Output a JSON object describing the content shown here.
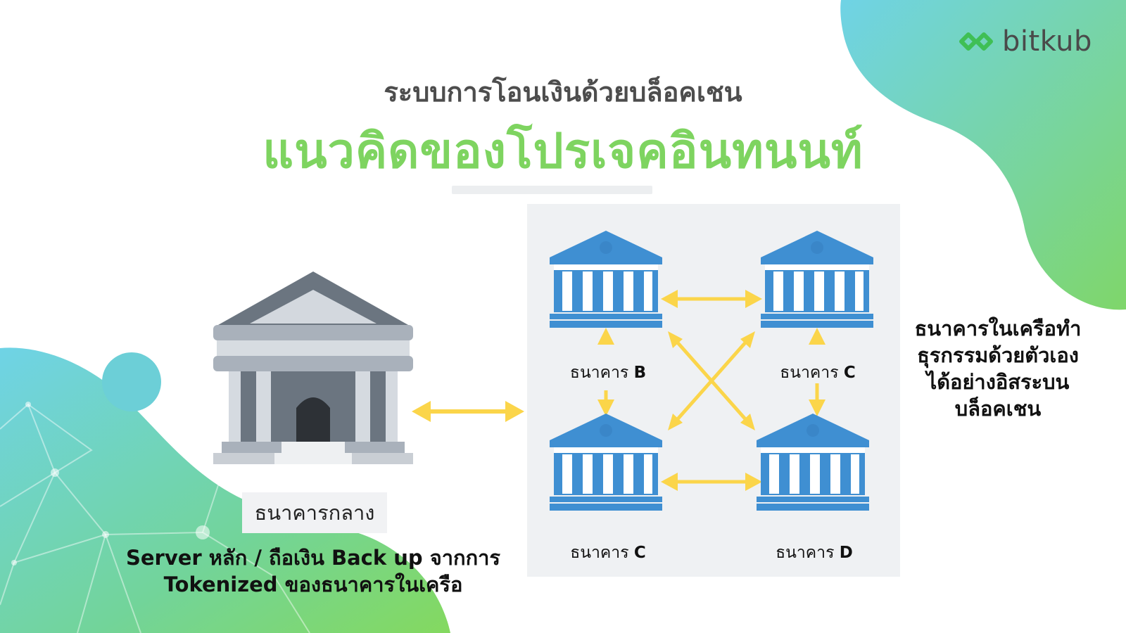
{
  "brand": {
    "name": "bitkub",
    "colors": {
      "accent_green": "#7ed460",
      "bank_blue": "#3f8fd2",
      "arrow_yellow": "#fbd54a",
      "central_gray": "#aab2bd"
    }
  },
  "header": {
    "subtitle": "ระบบการโอนเงินด้วยบล็อคเชน",
    "title": "แนวคิดของโปรเจคอินทนนท์"
  },
  "central_bank": {
    "icon": "central-bank-building-icon",
    "label": "ธนาคารกลาง",
    "caption_lines": [
      "Server หลัก / ถือเงิน Back up จากการ",
      "Tokenized ของธนาคารในเครือ"
    ]
  },
  "network": {
    "icon": "bank-building-icon",
    "banks": [
      {
        "prefix": "ธนาคาร",
        "letter": "B"
      },
      {
        "prefix": "ธนาคาร",
        "letter": "C"
      },
      {
        "prefix": "ธนาคาร",
        "letter": "C"
      },
      {
        "prefix": "ธนาคาร",
        "letter": "D"
      }
    ],
    "caption_lines": [
      "ธนาคารในเครือทำ",
      "ธุรกรรมด้วยตัวเอง",
      "ได้อย่างอิสระบน",
      "บล็อคเชน"
    ]
  }
}
